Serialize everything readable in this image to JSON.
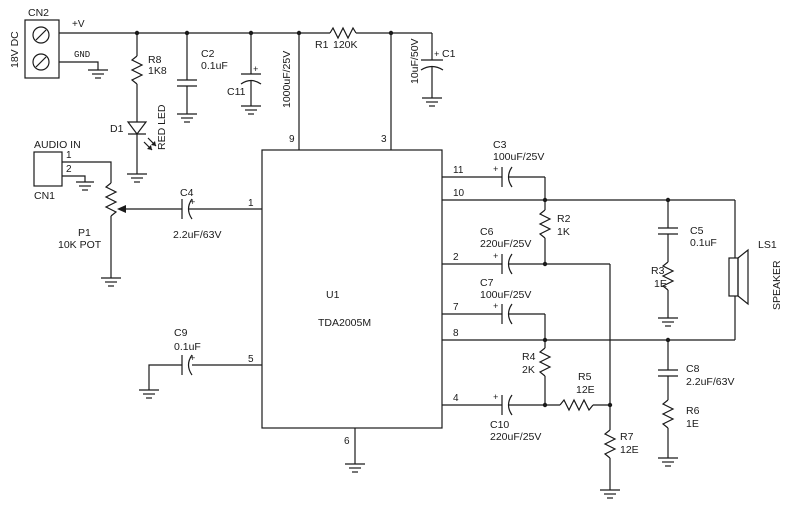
{
  "connectors": {
    "power": {
      "ref": "CN2",
      "label": "18V DC",
      "pin_vplus": "+V",
      "pin_gnd": "GND"
    },
    "audio": {
      "ref": "CN1",
      "label": "AUDIO IN",
      "pin1": "1",
      "pin2": "2"
    }
  },
  "ic": {
    "ref": "U1",
    "part": "TDA2005M",
    "pins": {
      "p9": "9",
      "p3": "3",
      "p11": "11",
      "p10": "10",
      "p1": "1",
      "p2": "2",
      "p7": "7",
      "p8": "8",
      "p5": "5",
      "p4": "4",
      "p6": "6"
    }
  },
  "resistors": [
    {
      "ref": "R8",
      "value": "1K8"
    },
    {
      "ref": "R1",
      "value": "120K"
    },
    {
      "ref": "R2",
      "value": "1K"
    },
    {
      "ref": "R3",
      "value": "1E"
    },
    {
      "ref": "R4",
      "value": "2K"
    },
    {
      "ref": "R5",
      "value": "12E"
    },
    {
      "ref": "R6",
      "value": "1E"
    },
    {
      "ref": "R7",
      "value": "12E"
    }
  ],
  "capacitors": [
    {
      "ref": "C2",
      "value": "0.1uF"
    },
    {
      "ref": "C11",
      "value": "1000uF/25V"
    },
    {
      "ref": "C1",
      "value": "10uF/50V"
    },
    {
      "ref": "C3",
      "value": "100uF/25V"
    },
    {
      "ref": "C4",
      "value": "2.2uF/63V"
    },
    {
      "ref": "C6",
      "value": "220uF/25V"
    },
    {
      "ref": "C5",
      "value": "0.1uF"
    },
    {
      "ref": "C7",
      "value": "100uF/25V"
    },
    {
      "ref": "C8",
      "value": "2.2uF/63V"
    },
    {
      "ref": "C9",
      "value": "0.1uF"
    },
    {
      "ref": "C10",
      "value": "220uF/25V"
    }
  ],
  "led": {
    "ref": "D1",
    "label": "RED LED"
  },
  "pot": {
    "ref": "P1",
    "value": "10K POT"
  },
  "speaker": {
    "ref": "LS1",
    "label": "SPEAKER"
  },
  "polarity_mark": "+"
}
